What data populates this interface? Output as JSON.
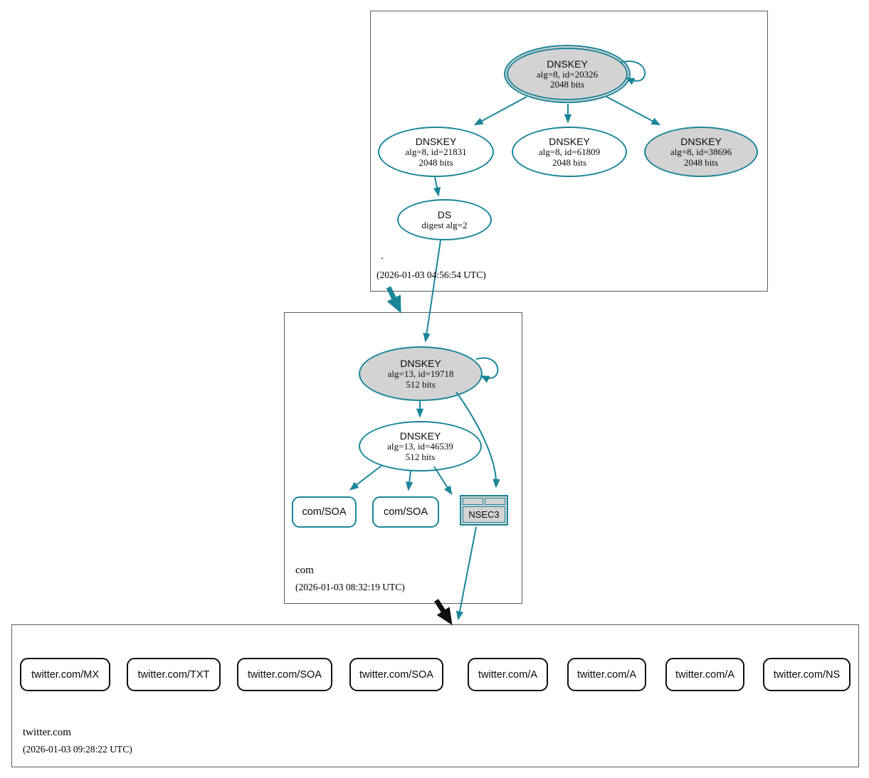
{
  "colors": {
    "secure": "#1a8698",
    "insecure": "#101010",
    "node_fill_gray": "#d3d3d3"
  },
  "zones": {
    "root": {
      "name": ".",
      "timestamp": "(2026-01-03 04:56:54 UTC)",
      "nodes": {
        "ksk": {
          "title": "DNSKEY",
          "line1": "alg=8, id=20326",
          "line2": "2048 bits"
        },
        "zsk21831": {
          "title": "DNSKEY",
          "line1": "alg=8, id=21831",
          "line2": "2048 bits"
        },
        "zsk61809": {
          "title": "DNSKEY",
          "line1": "alg=8, id=61809",
          "line2": "2048 bits"
        },
        "zsk38696": {
          "title": "DNSKEY",
          "line1": "alg=8, id=38696",
          "line2": "2048 bits"
        },
        "ds": {
          "title": "DS",
          "line1": "digest alg=2"
        }
      }
    },
    "com": {
      "name": "com",
      "timestamp": "(2026-01-03 08:32:19 UTC)",
      "nodes": {
        "ksk": {
          "title": "DNSKEY",
          "line1": "alg=13, id=19718",
          "line2": "512 bits"
        },
        "zsk": {
          "title": "DNSKEY",
          "line1": "alg=13, id=46539",
          "line2": "512 bits"
        },
        "soa1": {
          "label": "com/SOA"
        },
        "soa2": {
          "label": "com/SOA"
        },
        "nsec3": {
          "label": "NSEC3"
        }
      }
    },
    "twitter": {
      "name": "twitter.com",
      "timestamp": "(2026-01-03 09:28:22 UTC)",
      "rrsets": [
        {
          "label": "twitter.com/MX"
        },
        {
          "label": "twitter.com/TXT"
        },
        {
          "label": "twitter.com/SOA"
        },
        {
          "label": "twitter.com/SOA"
        },
        {
          "label": "twitter.com/A"
        },
        {
          "label": "twitter.com/A"
        },
        {
          "label": "twitter.com/A"
        },
        {
          "label": "twitter.com/NS"
        }
      ]
    }
  }
}
